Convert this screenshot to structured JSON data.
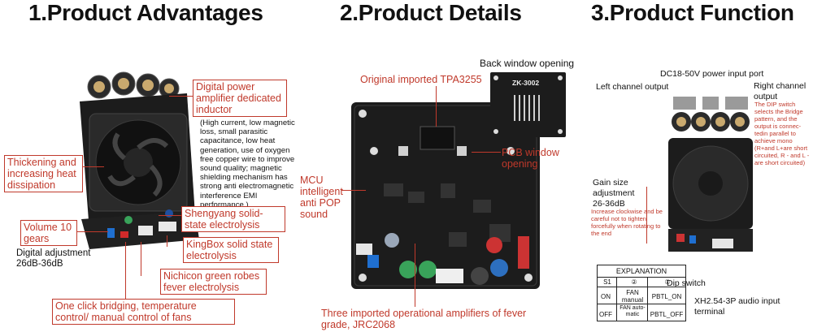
{
  "headings": {
    "advantages": "1.Product Advantages",
    "details": "2.Product Details",
    "function": "3.Product Function"
  },
  "advantages": {
    "inductor_label": "Digital power amplifier dedicated inductor",
    "inductor_desc": "(High current, low magnetic loss, small parasitic capacitance, low heat generation, use of oxygen free copper wire to improve sound quality; magnetic shielding mechanism has strong anti electromagnetic interference EMI performance.)",
    "thickening": "Thickening and increasing heat dissipation",
    "volume": "Volume 10 gears",
    "digital_adj": "Digital adjustment 26dB-36dB",
    "shengyang": "Shengyang solid-state electrolysis",
    "kingbox": "KingBox solid state electrolysis",
    "nichicon": "Nichicon green robes fever electrolysis",
    "one_click": "One click bridging, temperature control/ manual control of fans"
  },
  "details": {
    "back_window": "Back window opening",
    "tpa": "Original imported TPA3255",
    "pcb_window": "PCB window opening",
    "mcu": "MCU intelligent anti POP sound",
    "amplifiers": "Three imported operational amplifiers of fever grade, JRC2068",
    "board_mark": "ZK-3002"
  },
  "function": {
    "power_port": "DC18-50V power input port",
    "left_out": "Left channel output",
    "right_out": "Right channel output",
    "dip_desc": "The DIP switch selects the Bridge pattern, and the output is connec-tedin parallel to achieve mono (R+and L+are short circuited, R - and L - are short circuited)",
    "gain": "Gain size adjustment 26-36dB",
    "gain_warn": "Increase clockwise and be careful not to tighten forcefully when rotating to the end",
    "dip_switch": "Dip switch",
    "xh": "XH2.54-3P audio input terminal",
    "explanation": {
      "title": "EXPLANATION",
      "col_s1": "S1",
      "col_2": "②",
      "col_1": "①",
      "on": "ON",
      "off": "OFF",
      "fan_manual": "FAN manual",
      "fan_auto": "FAN auto-matic",
      "pbtl_on": "PBTL_ON",
      "pbtl_off": "PBTL_OFF"
    }
  },
  "colors": {
    "accent_red": "#c0392b",
    "pcb_black": "#1c1c1c",
    "fan_gray": "#2a2a2a"
  }
}
